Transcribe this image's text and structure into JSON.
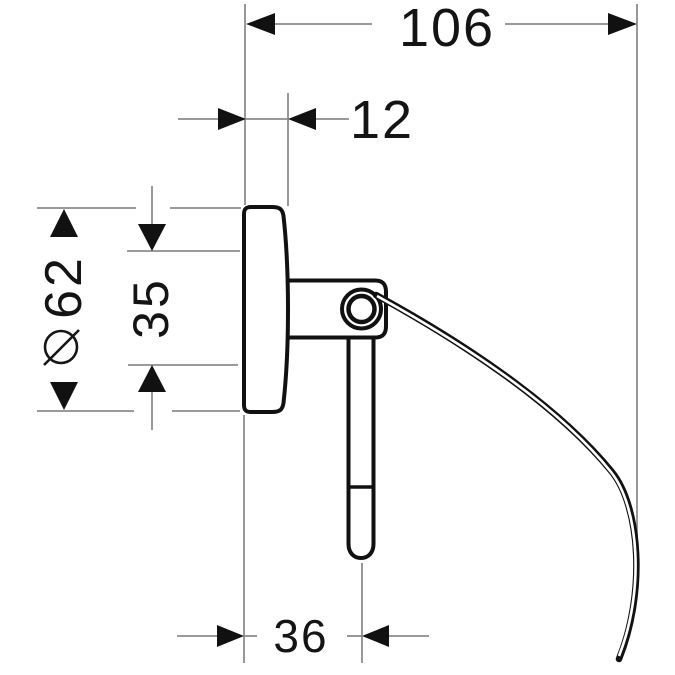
{
  "drawing": {
    "kind": "technical dimension drawing",
    "view": "side view of wall-mounted roll holder"
  },
  "colors": {
    "background": "#ffffff",
    "outline_ink": "#111111",
    "dimension_line_gray": "#8c8c8c",
    "text": "#141414"
  },
  "dimensions": {
    "width_106": {
      "value": "106"
    },
    "offset_12": {
      "value": "12"
    },
    "diameter_62": {
      "symbol": "⌀",
      "value": "62"
    },
    "span_35": {
      "value": "35"
    },
    "depth_36": {
      "value": "36"
    }
  }
}
